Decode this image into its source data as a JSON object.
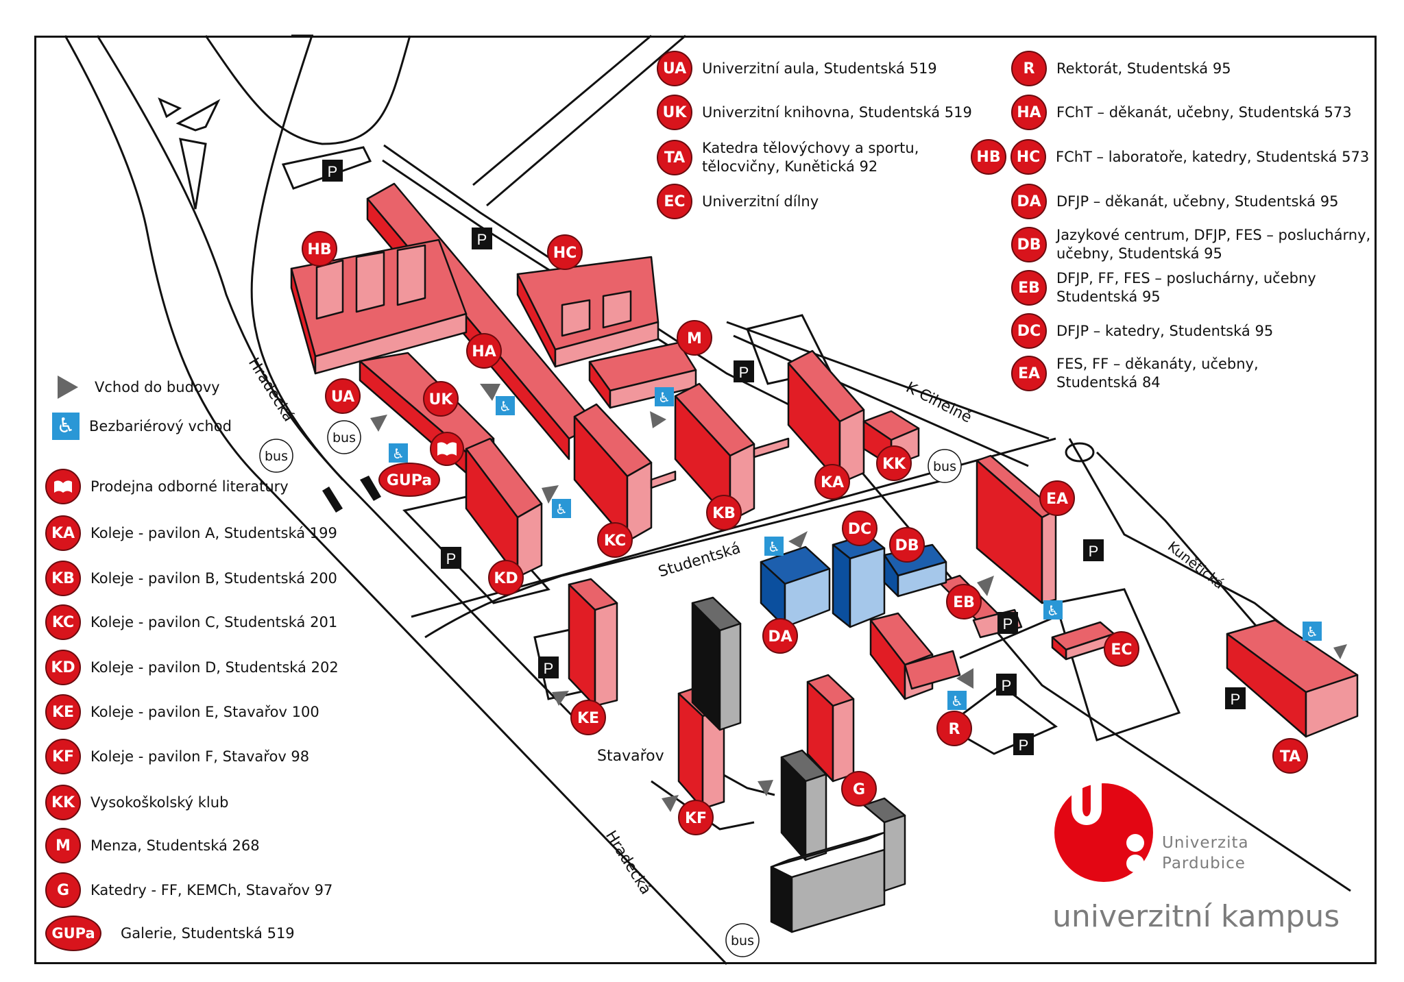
{
  "title": "univerzitní kampus",
  "brand": {
    "name_line1": "Univerzita",
    "name_line2": "Pardubice",
    "logo_letter": "U",
    "color": "#e30613"
  },
  "colors": {
    "badge_red": "#d8141c",
    "building_top": "#e9636a",
    "building_dark": "#e11d25",
    "building_light": "#f1979c",
    "blue_top": "#1d5fae",
    "blue_dark": "#0b4f9e",
    "blue_light": "#a5c7ea",
    "gray_top": "#6a6a6a",
    "gray_dark": "#111111",
    "gray_light": "#b0b0b0",
    "accessible": "#2a97d6",
    "entrance_arrow": "#666666"
  },
  "legend_symbols": [
    {
      "icon": "entrance-arrow-icon",
      "label": "Vchod do budovy"
    },
    {
      "icon": "wheelchair-icon",
      "label": "Bezbariérový vchod"
    },
    {
      "icon": "book-icon",
      "label": "Prodejna odborné literatury"
    }
  ],
  "legend_left": [
    {
      "code": "KA",
      "label": "Koleje - pavilon A, Studentská 199"
    },
    {
      "code": "KB",
      "label": "Koleje - pavilon B, Studentská 200"
    },
    {
      "code": "KC",
      "label": "Koleje - pavilon C, Studentská 201"
    },
    {
      "code": "KD",
      "label": "Koleje - pavilon D, Studentská 202"
    },
    {
      "code": "KE",
      "label": "Koleje - pavilon E, Stavařov 100"
    },
    {
      "code": "KF",
      "label": "Koleje - pavilon F, Stavařov 98"
    },
    {
      "code": "KK",
      "label": "Vysokoškolský klub"
    },
    {
      "code": "M",
      "label": "Menza, Studentská 268"
    },
    {
      "code": "G",
      "label": "Katedry - FF, KEMCh, Stavařov 97"
    },
    {
      "code": "GUPa",
      "label": "Galerie, Studentská 519"
    }
  ],
  "legend_top_middle": [
    {
      "code": "UA",
      "label": "Univerzitní aula, Studentská 519"
    },
    {
      "code": "UK",
      "label": "Univerzitní knihovna, Studentská 519"
    },
    {
      "code": "TA",
      "label": "Katedra tělovýchovy a sportu,\ntělocvičny, Kunětická 92"
    },
    {
      "code": "EC",
      "label": "Univerzitní dílny"
    }
  ],
  "legend_top_right": [
    {
      "codes": [
        "R"
      ],
      "label": "Rektorát, Studentská 95"
    },
    {
      "codes": [
        "HA"
      ],
      "label": "FChT – děkanát, učebny, Studentská 573"
    },
    {
      "codes": [
        "HB",
        "HC"
      ],
      "label": "FChT – laboratoře, katedry, Studentská 573"
    },
    {
      "codes": [
        "DA"
      ],
      "label": "DFJP – děkanát, učebny, Studentská 95"
    },
    {
      "codes": [
        "DB"
      ],
      "label": "Jazykové centrum, DFJP, FES  – posluchárny,\nučebny, Studentská 95"
    },
    {
      "codes": [
        "EB"
      ],
      "label": "DFJP, FF, FES – posluchárny, učebny\nStudentská 95"
    },
    {
      "codes": [
        "DC"
      ],
      "label": "DFJP – katedry, Studentská 95"
    },
    {
      "codes": [
        "EA"
      ],
      "label": "FES, FF – děkanáty, učebny,\nStudentská 84"
    }
  ],
  "streets": {
    "hradecka": "Hradecká",
    "studentska": "Studentská",
    "k_cihelne": "K Cihelně",
    "kuneticka": "Kunětická",
    "stavarov": "Stavařov"
  },
  "map_badges": [
    "HB",
    "HC",
    "HA",
    "M",
    "UA",
    "UK",
    "GUPa",
    "KA",
    "KK",
    "KB",
    "KC",
    "KD",
    "DC",
    "DB",
    "EA",
    "EB",
    "DA",
    "EC",
    "KE",
    "R",
    "KF",
    "G",
    "TA"
  ],
  "parking_label": "P",
  "bus_label": "bus"
}
